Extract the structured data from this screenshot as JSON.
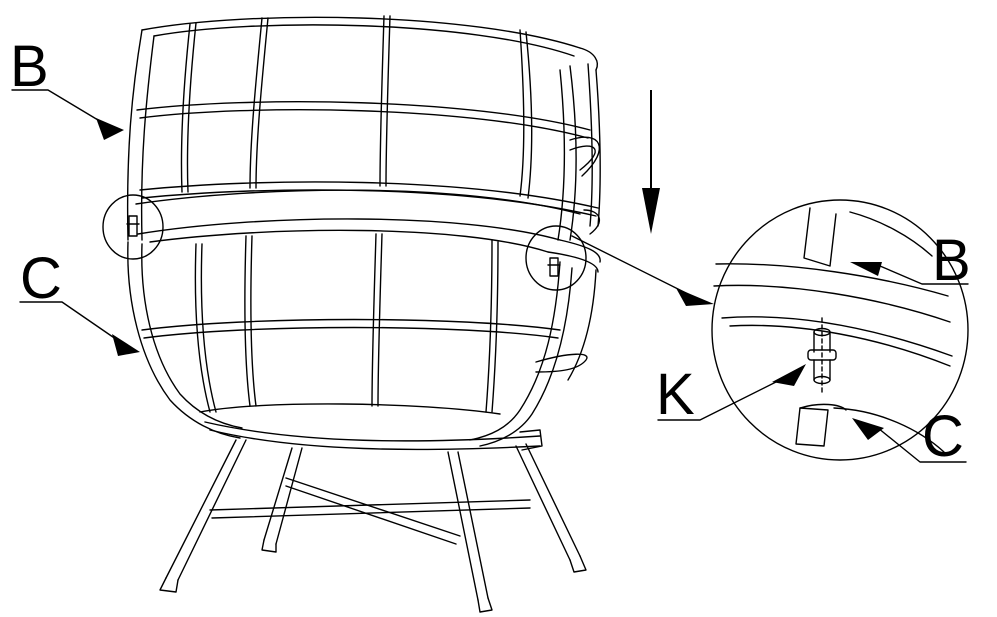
{
  "labels": {
    "b_left": "B",
    "c_left": "C",
    "b_detail": "B",
    "k_detail": "K",
    "c_detail": "C"
  },
  "colors": {
    "line": "#000000",
    "background": "#ffffff"
  },
  "icons": {
    "direction": "arrow-down-icon",
    "connector": "connector-pin-icon"
  }
}
